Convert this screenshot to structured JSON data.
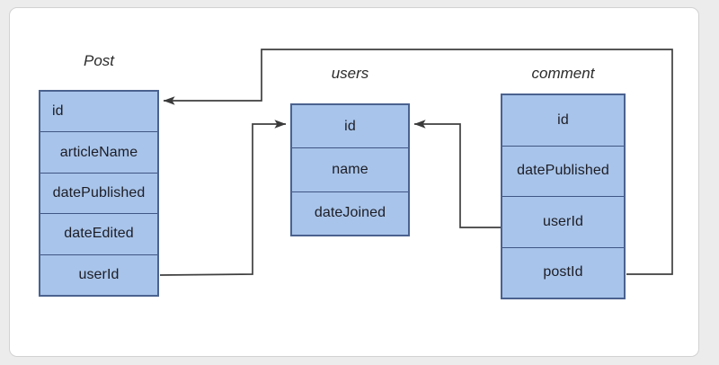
{
  "diagram": {
    "kind": "entity-relationship-diagram",
    "canvas": {
      "background": "#ffffff",
      "page_background": "#ececec",
      "border_color": "#d2d2d2"
    },
    "style": {
      "entity_fill": "#a8c4ea",
      "entity_border": "#4a628f",
      "row_divider": "#3f5684",
      "edge_color": "#444444",
      "title_color": "#2b2b2b",
      "text_color": "#1d1d25"
    },
    "entities": [
      {
        "name": "Post",
        "title": "Post",
        "attributes": [
          {
            "name": "id",
            "label": "id"
          },
          {
            "name": "articleName",
            "label": "articleName"
          },
          {
            "name": "datePublished",
            "label": "datePublished"
          },
          {
            "name": "dateEdited",
            "label": "dateEdited"
          },
          {
            "name": "userId",
            "label": "userId"
          }
        ]
      },
      {
        "name": "users",
        "title": "users",
        "attributes": [
          {
            "name": "id",
            "label": "id"
          },
          {
            "name": "name",
            "label": "name"
          },
          {
            "name": "dateJoined",
            "label": "dateJoined"
          }
        ]
      },
      {
        "name": "comment",
        "title": "comment",
        "attributes": [
          {
            "name": "id",
            "label": "id"
          },
          {
            "name": "datePublished",
            "label": "datePublished"
          },
          {
            "name": "userId",
            "label": "userId"
          },
          {
            "name": "postId",
            "label": "postId"
          }
        ]
      }
    ],
    "relationships": [
      {
        "name": "post-userid-to-users-id",
        "from": "Post.userId",
        "to": "users.id",
        "arrow_at": "to"
      },
      {
        "name": "comment-userid-to-users-id",
        "from": "comment.userId",
        "to": "users.id",
        "arrow_at": "to"
      },
      {
        "name": "comment-postid-to-post-id",
        "from": "comment.postId",
        "to": "Post.id",
        "arrow_at": "to"
      }
    ]
  }
}
